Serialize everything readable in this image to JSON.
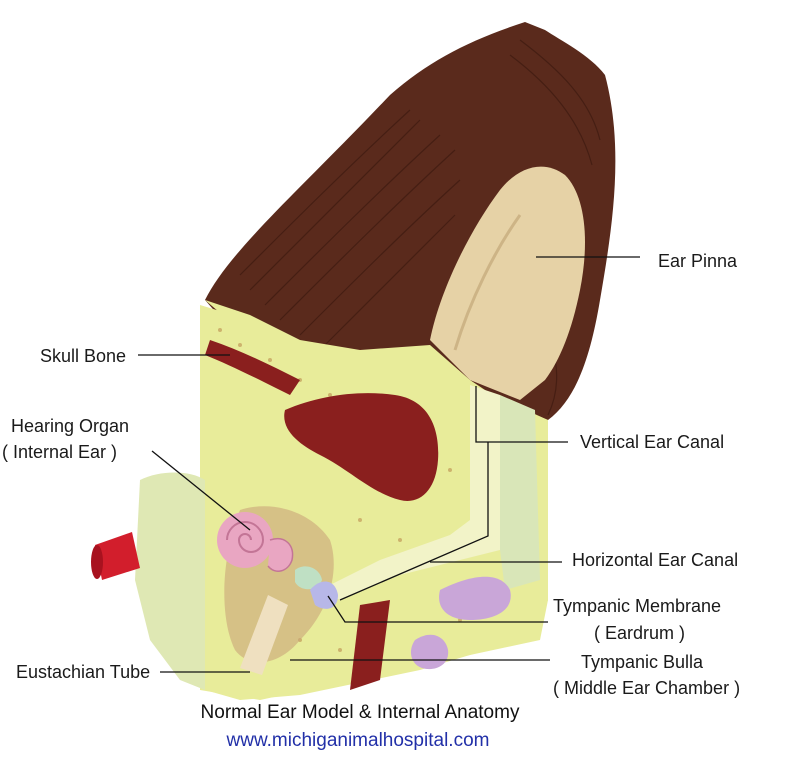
{
  "labels": {
    "ear_pinna": "Ear Pinna",
    "skull_bone": "Skull Bone",
    "hearing_organ_line1": "Hearing Organ",
    "hearing_organ_line2": "(  Internal Ear )",
    "vertical_ear_canal": "Vertical Ear Canal",
    "horizontal_ear_canal": "Horizontal Ear Canal",
    "tympanic_membrane_line1": "Tympanic Membrane",
    "tympanic_membrane_line2": "( Eardrum )",
    "tympanic_bulla_line1": "Tympanic Bulla",
    "tympanic_bulla_line2": "( Middle Ear Chamber )",
    "eustachian_tube": "Eustachian Tube"
  },
  "caption": {
    "title": "Normal Ear Model & Internal Anatomy",
    "url": "www.michiganimalhospital.com"
  },
  "colors": {
    "fur": "#5a2a1c",
    "fur_dark": "#3d1a10",
    "skin": "#e6d2a6",
    "bone": "#e8ec9a",
    "canal_flesh": "#f2f3c8",
    "muscle": "#8a1f1e",
    "cartilage": "#d9e6b8",
    "cochlea": "#e9a6c2",
    "bulla_purple": "#c9a6d8",
    "eustachian": "#efe0c0",
    "red_tube": "#d21e2c",
    "url_blue": "#2230a8"
  }
}
